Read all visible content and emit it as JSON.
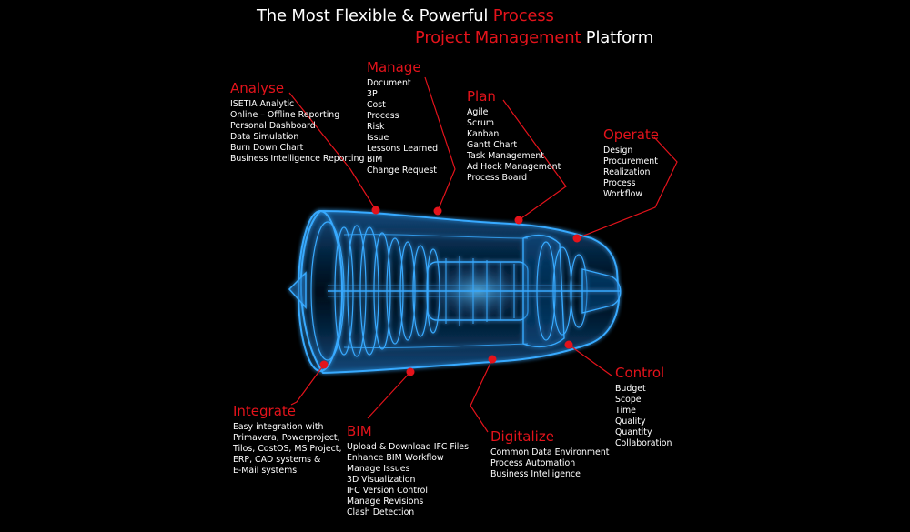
{
  "title": {
    "line1_white": "The Most Flexible & Powerful ",
    "line1_red": "Process",
    "line2_red": "Project Management",
    "line2_white": " Platform"
  },
  "colors": {
    "background": "#000000",
    "accent": "#e3131b",
    "engine_glow": "#2fa8ff",
    "text": "#ffffff"
  },
  "sections": {
    "analyse": {
      "heading": "Analyse",
      "items": [
        "ISETIA Analytic",
        "Online – Offline Reporting",
        "Personal Dashboard",
        "Data Simulation",
        "Burn Down Chart",
        "Business Intelligence Reporting"
      ]
    },
    "manage": {
      "heading": "Manage",
      "items": [
        "Document",
        "3P",
        "Cost",
        "Process",
        "Risk",
        "Issue",
        "Lessons Learned",
        "BIM",
        "Change Request"
      ]
    },
    "plan": {
      "heading": "Plan",
      "items": [
        "Agile",
        "Scrum",
        "Kanban",
        "Gantt Chart",
        "Task Management",
        "Ad Hock Management",
        "Process Board"
      ]
    },
    "operate": {
      "heading": "Operate",
      "items": [
        "Design",
        "Procurement",
        "Realization",
        "Process",
        "Workflow"
      ]
    },
    "control": {
      "heading": "Control",
      "items": [
        "Budget",
        "Scope",
        "Time",
        "Quality",
        "Quantity",
        "Collaboration"
      ]
    },
    "integrate": {
      "heading": "Integrate",
      "items": [
        "Easy integration with",
        "Primavera, Powerproject,",
        "Tilos, CostOS, MS Project,",
        "ERP, CAD systems &",
        "E-Mail systems"
      ]
    },
    "bim": {
      "heading": "BIM",
      "items": [
        "Upload & Download IFC Files",
        "Enhance BIM Workflow",
        "Manage Issues",
        "3D Visualization",
        "IFC Version Control",
        "Manage Revisions",
        "Clash Detection"
      ]
    },
    "digitalize": {
      "heading": "Digitalize",
      "items": [
        "Common Data Environment",
        "Process Automation",
        "Business Intelligence"
      ]
    }
  }
}
